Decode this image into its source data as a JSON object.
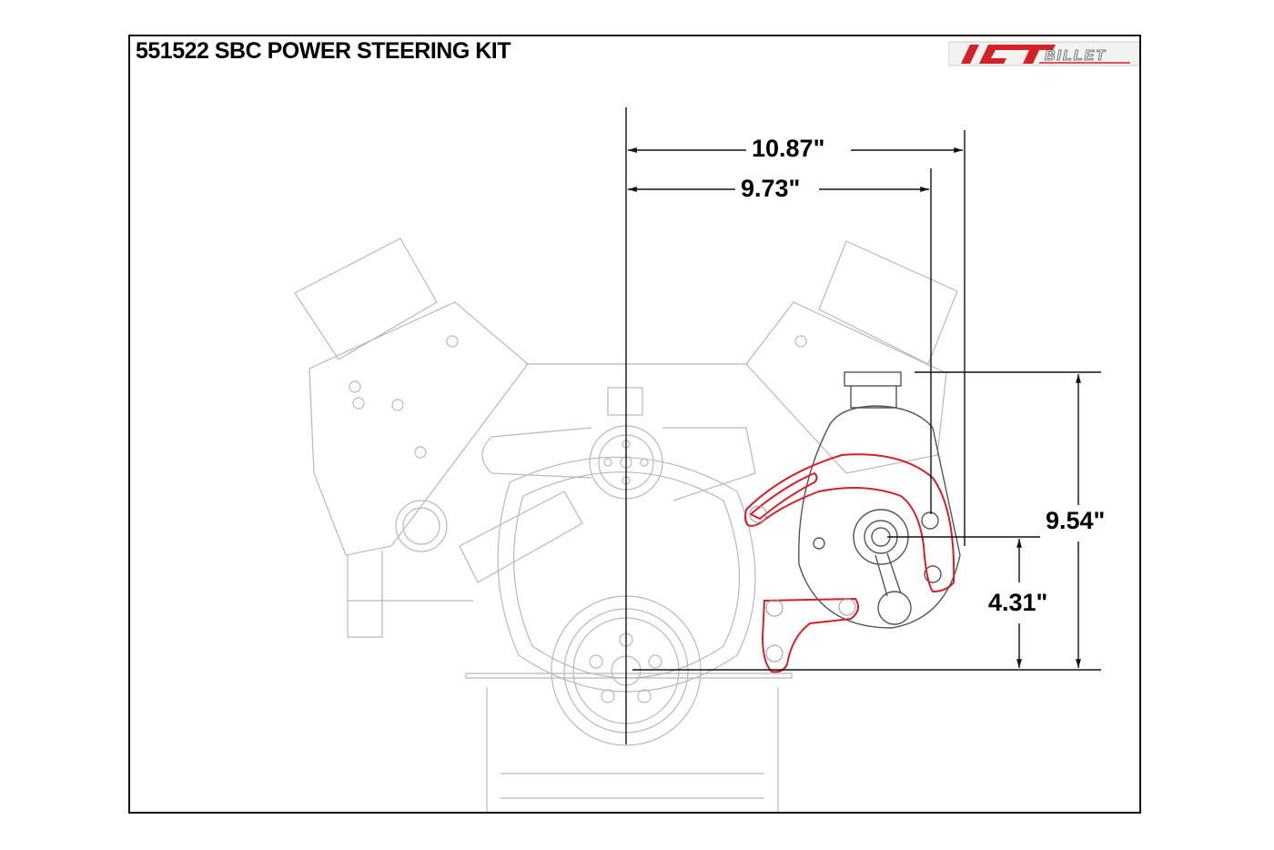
{
  "title": "551522 SBC POWER STEERING KIT",
  "logo": {
    "brand_primary": "ICT",
    "brand_secondary": "BILLET",
    "brand_color": "#d42027"
  },
  "dimensions": {
    "overall_width": "10.87\"",
    "pump_width": "9.73\"",
    "overall_height": "9.54\"",
    "pulley_height": "4.31\""
  },
  "colors": {
    "bracket_highlight": "#d42027",
    "engine_outline": "#b5b5b5",
    "dimension_line": "#111111"
  }
}
